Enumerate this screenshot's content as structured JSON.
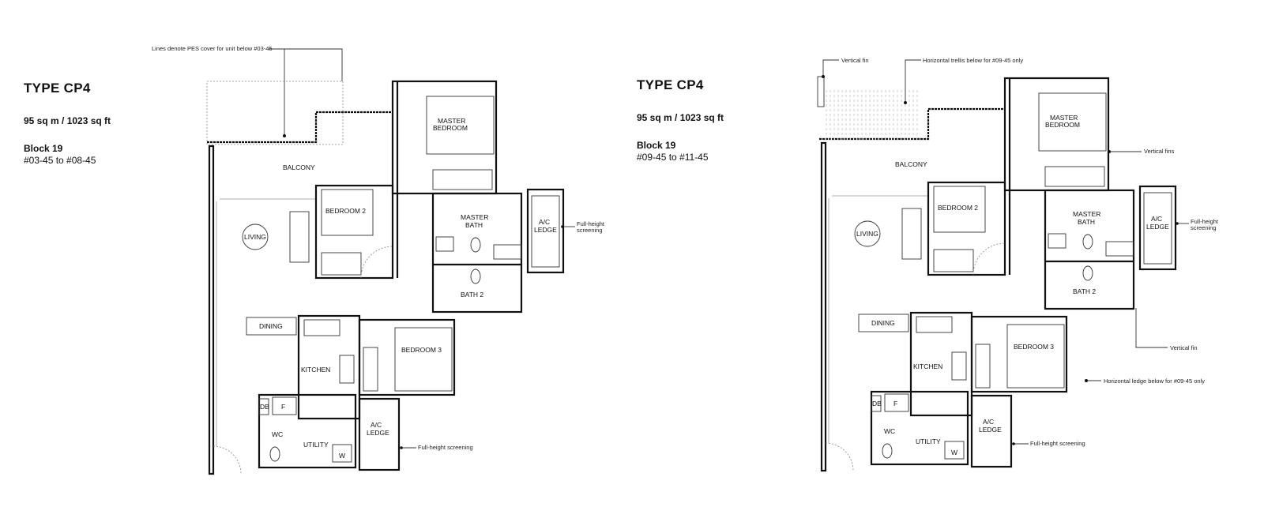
{
  "plans": [
    {
      "title": "TYPE CP4",
      "area": "95 sq m / 1023 sq ft",
      "block": "Block 19",
      "units": "#03-45 to #08-45",
      "rooms": {
        "balcony": "BALCONY",
        "living": "LIVING",
        "bedroom2": "BEDROOM 2",
        "master_bedroom_1": "MASTER",
        "master_bedroom_2": "BEDROOM",
        "master_bath_1": "MASTER",
        "master_bath_2": "BATH",
        "ac_ledge_1": "A/C",
        "ac_ledge_2": "LEDGE",
        "bath2": "BATH 2",
        "dining": "DINING",
        "kitchen": "KITCHEN",
        "bedroom3": "BEDROOM 3",
        "db": "DB",
        "fridge": "F",
        "wc": "WC",
        "utility": "UTILITY",
        "washer": "W"
      },
      "annotations": {
        "pes_cover": "Lines denote PES cover for unit below #03-45",
        "screening_right_1": "Full-height",
        "screening_right_2": "screening",
        "screening_bottom": "Full-height screening"
      }
    },
    {
      "title": "TYPE CP4",
      "area": "95 sq m / 1023 sq ft",
      "block": "Block 19",
      "units": "#09-45 to #11-45",
      "rooms": {
        "balcony": "BALCONY",
        "living": "LIVING",
        "bedroom2": "BEDROOM 2",
        "master_bedroom_1": "MASTER",
        "master_bedroom_2": "BEDROOM",
        "master_bath_1": "MASTER",
        "master_bath_2": "BATH",
        "ac_ledge_1": "A/C",
        "ac_ledge_2": "LEDGE",
        "bath2": "BATH 2",
        "dining": "DINING",
        "kitchen": "KITCHEN",
        "bedroom3": "BEDROOM 3",
        "db": "DB",
        "fridge": "F",
        "wc": "WC",
        "utility": "UTILITY",
        "washer": "W"
      },
      "annotations": {
        "vertical_fin_top": "Vertical fin",
        "trellis": "Horizontal trellis below for #09-45 only",
        "vertical_fins": "Vertical fins",
        "screening_right_1": "Full-height",
        "screening_right_2": "screening",
        "vertical_fin_mid": "Vertical fin",
        "ledge": "Horizontal ledge below for #09-45 only",
        "screening_bottom": "Full-height screening"
      }
    }
  ]
}
